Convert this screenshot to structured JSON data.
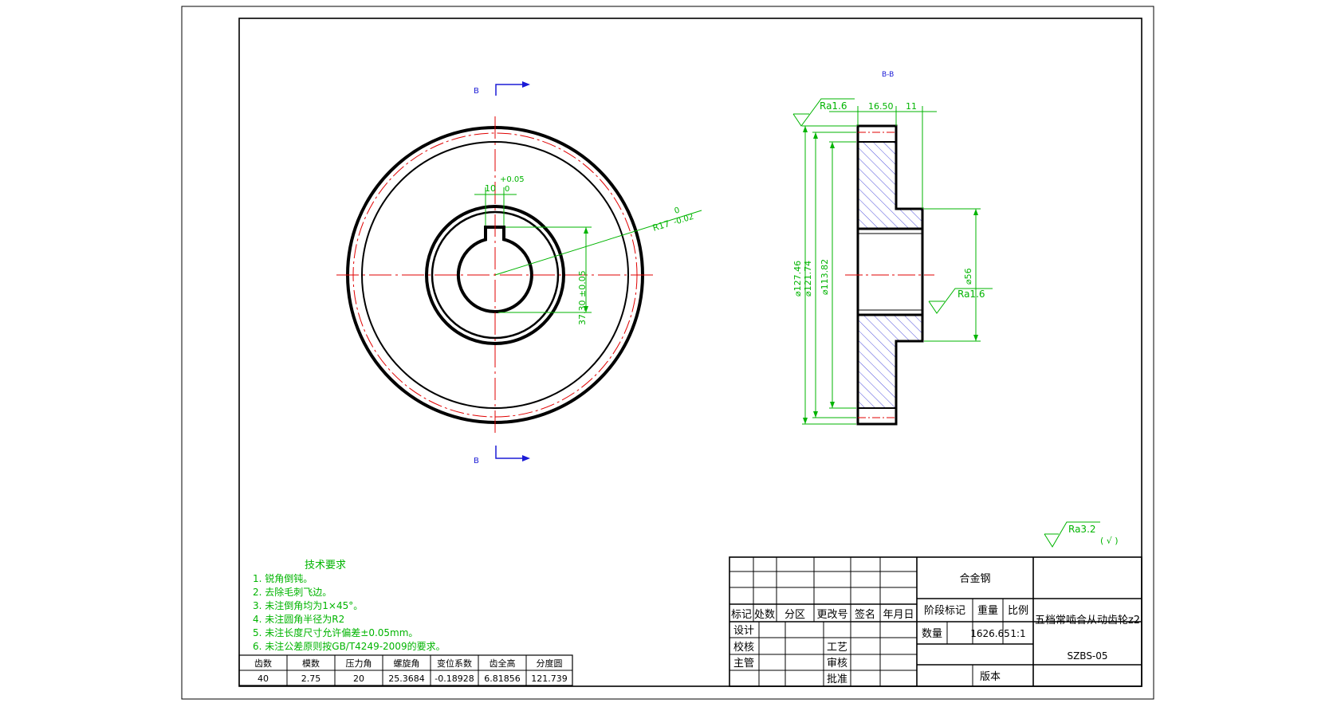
{
  "section": {
    "marker_top": "B",
    "marker_bottom": "B",
    "view_label": "B-B"
  },
  "front_view": {
    "key_width": "10",
    "key_tol_upper": "+0.05",
    "key_tol_lower": "0",
    "radius_dim": "R17",
    "radius_tol_upper": "0",
    "radius_tol_lower": "-0.02",
    "key_depth_dim": "37.30 ±0.05"
  },
  "section_view": {
    "roughness_top": "Ra1.6",
    "roughness_bore": "Ra1.6",
    "width_dim": "16.50",
    "hub_dim": "11",
    "dia_tip": "⌀127.46",
    "dia_mid": "⌀121.74",
    "dia_root": "⌀113.82",
    "dia_hub": "⌀56"
  },
  "general_roughness": {
    "value": "Ra3.2",
    "note": "( √ )"
  },
  "tech_requirements": {
    "title": "技术要求",
    "items": [
      "1.   锐角倒钝。",
      "2.   去除毛刺飞边。",
      "3.   未注倒角均为1×45°。",
      "4.   未注圆角半径为R2",
      "5.   未注长度尺寸允许偏差±0.05mm。",
      "6.   未注公差原则按GB/T4249-2009的要求。"
    ]
  },
  "gear_params": {
    "headers": [
      "齿数",
      "模数",
      "压力角",
      "螺旋角",
      "变位系数",
      "齿全高",
      "分度圆"
    ],
    "values": [
      "40",
      "2.75",
      "20",
      "25.3684",
      "-0.18928",
      "6.81856",
      "121.739"
    ]
  },
  "title_block": {
    "material": "合金钢",
    "change_headers": [
      "标记",
      "处数",
      "分区",
      "更改号",
      "签名",
      "年月日"
    ],
    "design": "设计",
    "check": "校核",
    "manager": "主管",
    "process": "工艺",
    "review": "审核",
    "approve": "批准",
    "stage_mark": "阶段标记",
    "weight_label": "重量",
    "scale_label": "比例",
    "quantity_label": "数量",
    "weight_value": "1626.65",
    "scale_value": "1:1",
    "part_name": "五档常啮合从动齿轮z2",
    "part_number": "SZBS-05",
    "version_label": "版本"
  }
}
